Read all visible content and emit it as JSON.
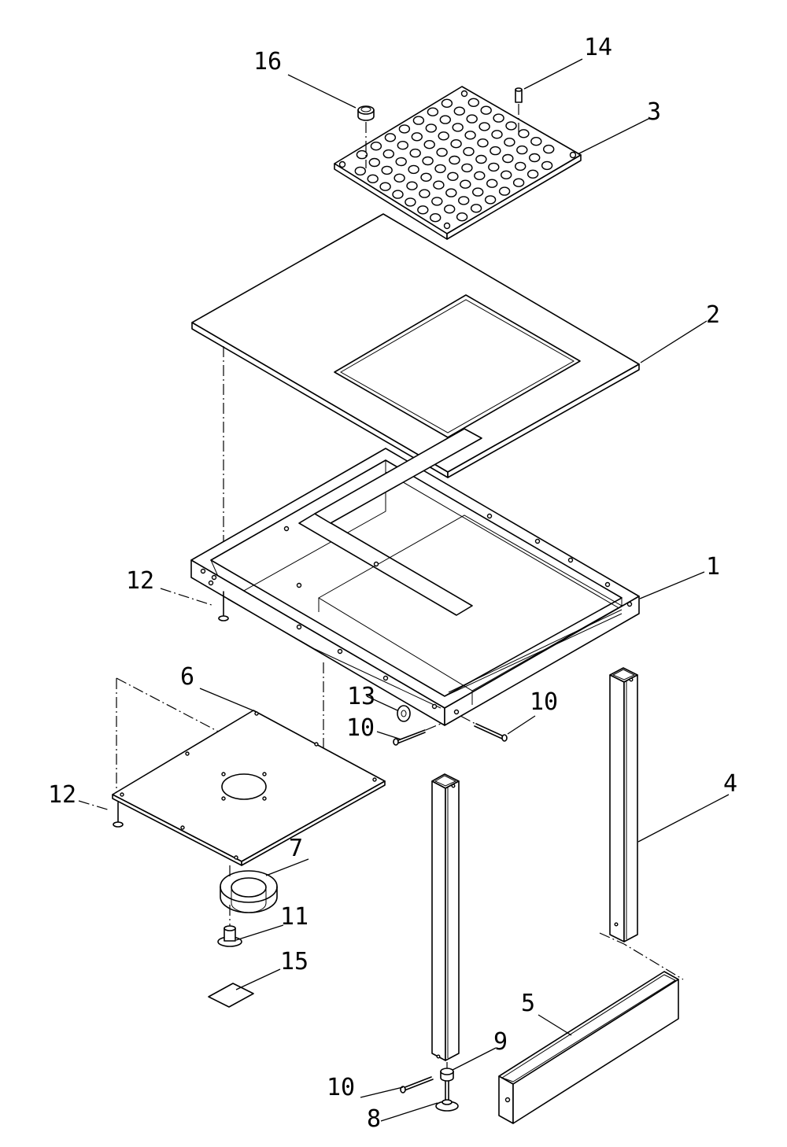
{
  "callouts": {
    "c1": "1",
    "c2": "2",
    "c3": "3",
    "c4": "4",
    "c5": "5",
    "c6": "6",
    "c7": "7",
    "c8": "8",
    "c9": "9",
    "c10a": "10",
    "c10b": "10",
    "c10c": "10",
    "c11": "11",
    "c12a": "12",
    "c12b": "12",
    "c13": "13",
    "c14": "14",
    "c15": "15",
    "c16": "16"
  },
  "icons": {
    "part_1": "frame-assembly-icon",
    "part_2": "table-top-icon",
    "part_3": "perforated-plate-icon",
    "part_4": "leg-icon",
    "part_5": "crossbar-icon",
    "part_6": "base-plate-icon",
    "part_7": "flange-icon",
    "part_8": "leveling-foot-icon",
    "part_9": "nut-icon",
    "part_10": "bolt-icon",
    "part_11": "bushing-icon",
    "part_12": "screw-icon",
    "part_13": "washer-icon",
    "part_14": "pin-icon",
    "part_15": "label-icon",
    "part_16": "knob-icon"
  }
}
